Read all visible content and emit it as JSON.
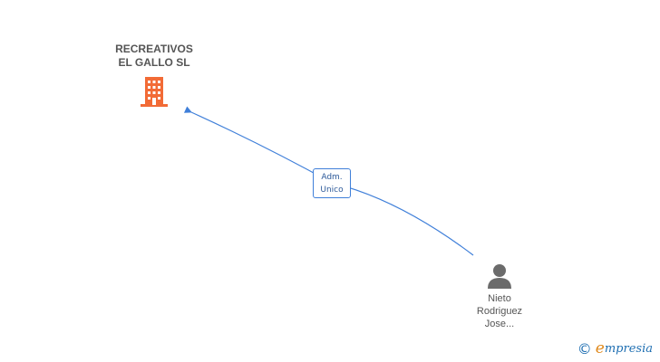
{
  "company": {
    "name_line1": "RECREATIVOS",
    "name_line2": "EL GALLO SL",
    "icon": "building-icon",
    "color": "#f26b36"
  },
  "relation": {
    "role_line1": "Adm.",
    "role_line2": "Unico",
    "line_color": "#3f7fd9"
  },
  "person": {
    "name_line1": "Nieto",
    "name_line2": "Rodriguez",
    "name_line3": "Jose...",
    "icon": "person-icon",
    "color": "#6b6b6b"
  },
  "footer": {
    "copyright_symbol": "©",
    "brand_initial": "e",
    "brand_rest": "mpresia"
  }
}
